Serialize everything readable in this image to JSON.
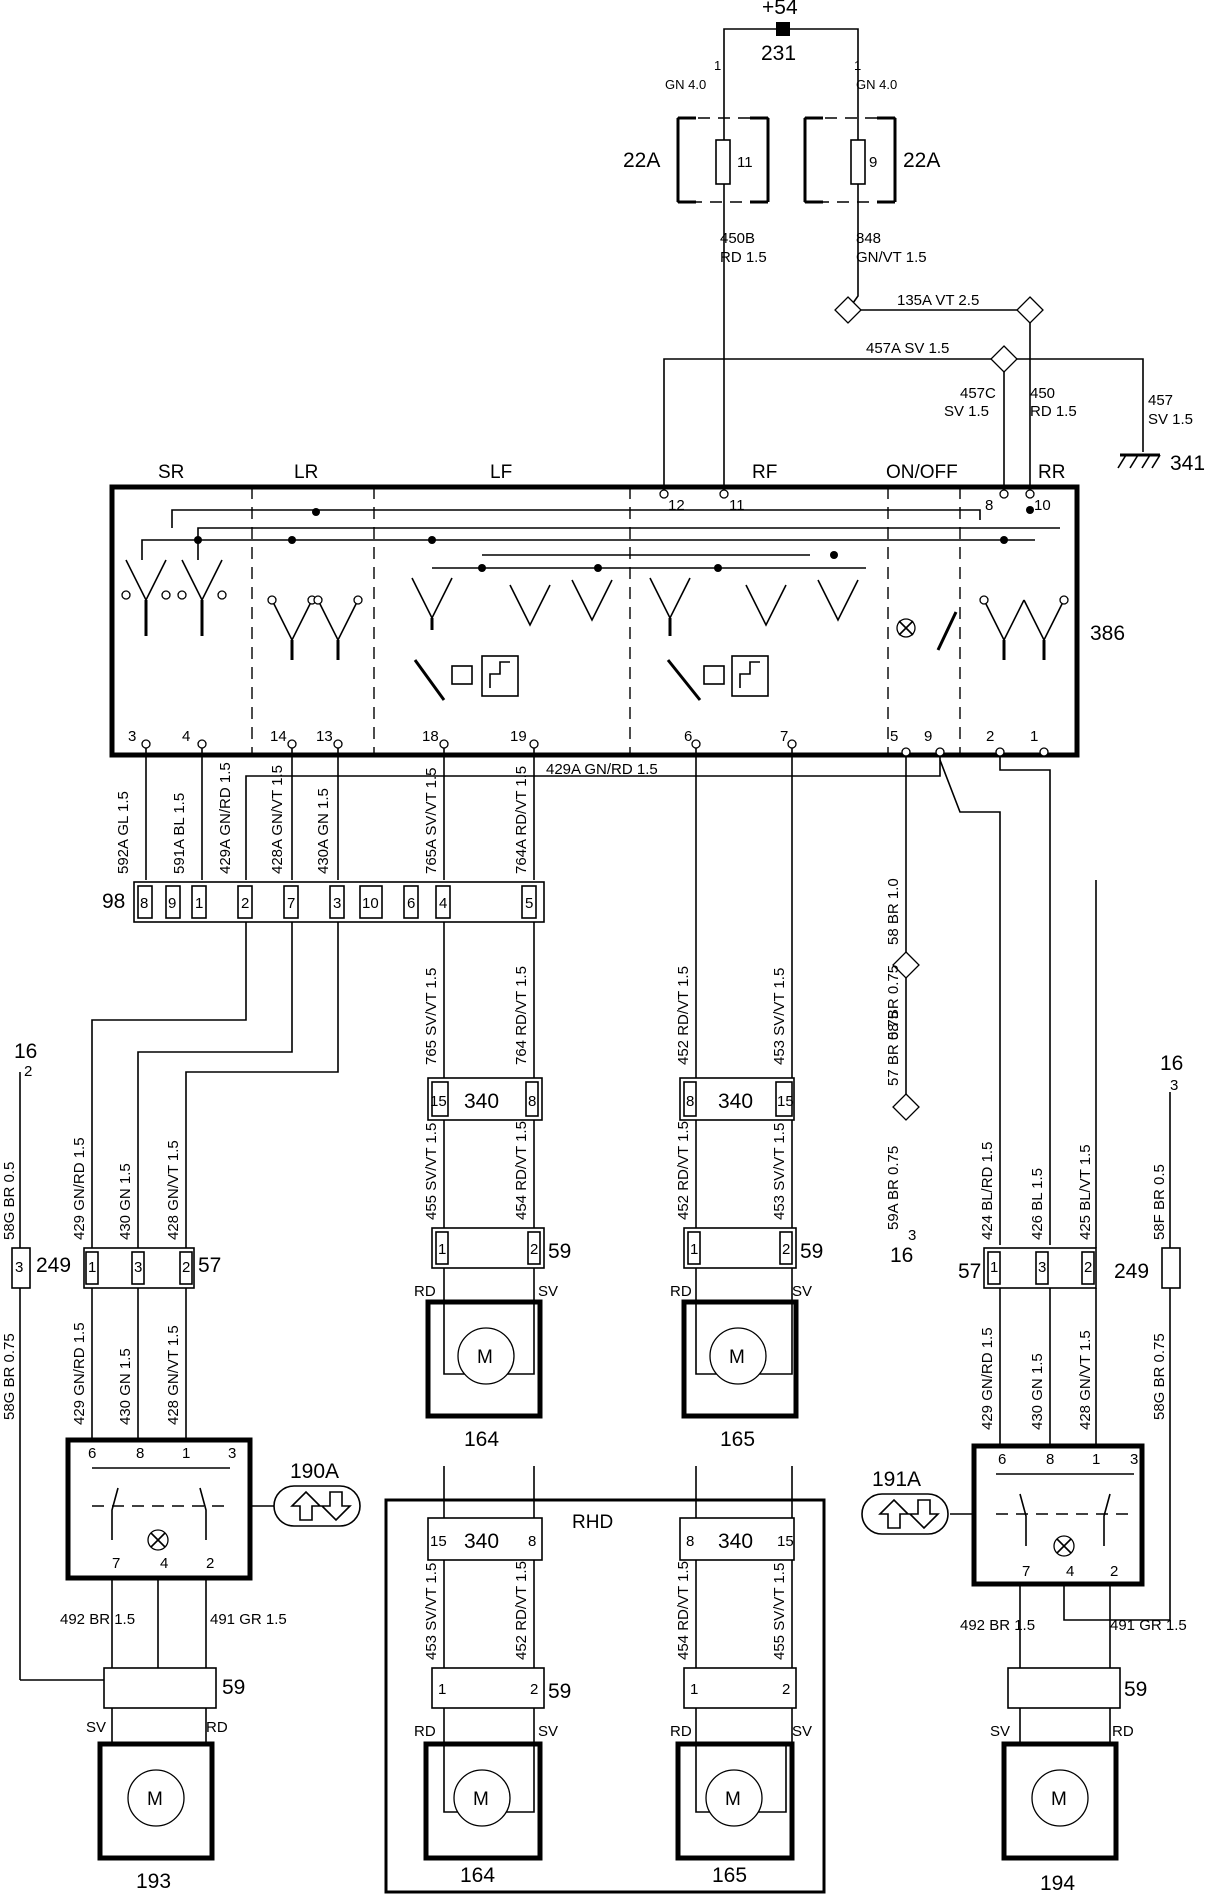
{
  "power": {
    "supply": "+54",
    "node": "231"
  },
  "fuses": [
    {
      "id": "22A",
      "pin": "11",
      "in_wire": "1",
      "in_spec": "GN 4.0",
      "out_wire": "450B",
      "out_spec": "RD 1.5"
    },
    {
      "id": "22A",
      "pin": "9",
      "in_wire": "1",
      "in_spec": "GN 4.0",
      "out_wire": "848",
      "out_spec": "GN/VT 1.5"
    }
  ],
  "wires": {
    "w135": "135A VT 2.5",
    "w457a": "457A SV 1.5",
    "w457c_a": "457C",
    "w457c_b": "SV 1.5",
    "w450_a": "450",
    "w450_b": "RD 1.5",
    "w457_a": "457",
    "w457_b": "SV 1.5",
    "w429a": "429A GN/RD 1.5",
    "ground": "341"
  },
  "switch_panel": {
    "id": "386",
    "sections": [
      "SR",
      "LR",
      "LF",
      "RF",
      "ON/OFF",
      "RR"
    ],
    "top_pins": [
      "12",
      "11",
      "8",
      "10"
    ],
    "bottom_pins": [
      "3",
      "4",
      "14",
      "13",
      "18",
      "19",
      "6",
      "7",
      "5",
      "9",
      "2",
      "1"
    ]
  },
  "upper_wires": [
    "592A GL 1.5",
    "591A BL 1.5",
    "429A GN/RD 1.5",
    "428A GN/VT 1.5",
    "430A GN 1.5",
    "765A SV/VT 1.5",
    "764A RD/VT 1.5"
  ],
  "connector98": {
    "id": "98",
    "pins": [
      "8",
      "9",
      "1",
      "2",
      "7",
      "3",
      "10",
      "6",
      "4",
      "5"
    ]
  },
  "mid_wires": [
    "765 SV/VT 1.5",
    "764 RD/VT 1.5",
    "452 RD/VT 1.5",
    "453 SV/VT 1.5",
    "58 BR 1.0",
    "58 BR 0.75",
    "57 BR 0.75",
    "59A BR 0.75"
  ],
  "ref16_left": {
    "a": "16",
    "b": "2"
  },
  "ref16_mid": {
    "a": "16",
    "b": "3"
  },
  "ref16_right": {
    "a": "16",
    "b": "3"
  },
  "left_door": {
    "wire_58g": "58G BR 0.5",
    "wire_58g2": "58G BR 0.75",
    "conn249": "249",
    "conn57": "57",
    "wires_in": [
      "429 GN/RD 1.5",
      "430 GN 1.5",
      "428 GN/VT 1.5"
    ],
    "wires_out": [
      "429 GN/RD 1.5",
      "430 GN 1.5",
      "428 GN/VT 1.5"
    ],
    "switch_pins_top": [
      "6",
      "8",
      "1",
      "3"
    ],
    "switch_pins_bottom": [
      "7",
      "4",
      "2"
    ],
    "switch_id": "190A",
    "motor_wires": [
      "492 BR 1.5",
      "491 GR 1.5"
    ],
    "conn59": "59",
    "sv": "SV",
    "rd": "RD",
    "motor_id": "193",
    "m": "M"
  },
  "right_door": {
    "wire_58f": "58F BR 0.5",
    "wire_58g": "58G BR 0.75",
    "conn249": "249",
    "conn57": "57",
    "wires_in": [
      "424 BL/RD 1.5",
      "426 BL 1.5",
      "425 BL/VT 1.5"
    ],
    "wires_out": [
      "429 GN/RD 1.5",
      "430 GN 1.5",
      "428 GN/VT 1.5"
    ],
    "switch_pins_top": [
      "6",
      "8",
      "1",
      "3"
    ],
    "switch_pins_bottom": [
      "7",
      "4",
      "2"
    ],
    "switch_id": "191A",
    "motor_wires": [
      "492 BR 1.5",
      "491 GR 1.5"
    ],
    "conn59": "59",
    "sv": "SV",
    "rd": "RD",
    "motor_id": "194",
    "m": "M"
  },
  "front_lhd": {
    "left": {
      "conn340": "340",
      "pins340": [
        "15",
        "8"
      ],
      "wires": [
        "455 SV/VT 1.5",
        "454 RD/VT 1.5"
      ],
      "conn59": "59",
      "pins59": [
        "1",
        "2"
      ],
      "rd": "RD",
      "sv": "SV",
      "motor_id": "164",
      "m": "M"
    },
    "right": {
      "conn340": "340",
      "pins340": [
        "8",
        "15"
      ],
      "wires": [
        "452 RD/VT 1.5",
        "453 SV/VT 1.5"
      ],
      "conn59": "59",
      "pins59": [
        "1",
        "2"
      ],
      "rd": "RD",
      "sv": "SV",
      "motor_id": "165",
      "m": "M"
    }
  },
  "front_rhd": {
    "label": "RHD",
    "left": {
      "conn340": "340",
      "pins340": [
        "15",
        "8"
      ],
      "wires": [
        "453 SV/VT 1.5",
        "452 RD/VT 1.5"
      ],
      "conn59": "59",
      "pins59": [
        "1",
        "2"
      ],
      "rd": "RD",
      "sv": "SV",
      "motor_id": "164",
      "m": "M"
    },
    "right": {
      "conn340": "340",
      "pins340": [
        "8",
        "15"
      ],
      "wires": [
        "454 RD/VT 1.5",
        "455 SV/VT 1.5"
      ],
      "conn59": "59",
      "pins59": [
        "1",
        "2"
      ],
      "rd": "RD",
      "sv": "SV",
      "motor_id": "165",
      "m": "M"
    }
  }
}
